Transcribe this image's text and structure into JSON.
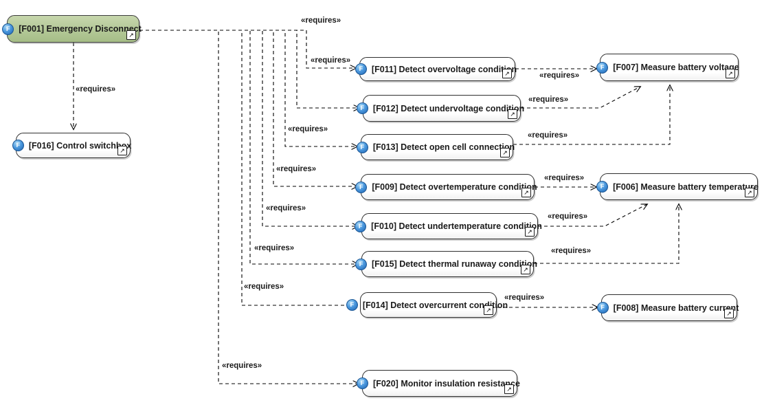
{
  "diagram": {
    "type": "function-dependency-diagram",
    "stereotype": "«requires»",
    "nodes": [
      {
        "id": "F001",
        "label": "[F001] Emergency Disconnect",
        "kind": "function",
        "highlight": "green"
      },
      {
        "id": "F016",
        "label": "[F016] Control switchbox",
        "kind": "function",
        "highlight": "white"
      },
      {
        "id": "F011",
        "label": "[F011] Detect overvoltage condition",
        "kind": "function",
        "highlight": "white"
      },
      {
        "id": "F012",
        "label": "[F012] Detect undervoltage condition",
        "kind": "function",
        "highlight": "white"
      },
      {
        "id": "F013",
        "label": "[F013] Detect open cell connection",
        "kind": "function",
        "highlight": "white"
      },
      {
        "id": "F009",
        "label": "[F009] Detect overtemperature condition",
        "kind": "function",
        "highlight": "white"
      },
      {
        "id": "F010",
        "label": "[F010] Detect undertemperature condition",
        "kind": "function",
        "highlight": "white"
      },
      {
        "id": "F015",
        "label": "[F015] Detect thermal runaway condition",
        "kind": "function",
        "highlight": "white"
      },
      {
        "id": "F014",
        "label": "[F014] Detect overcurrent condition",
        "kind": "function",
        "highlight": "white"
      },
      {
        "id": "F020",
        "label": "[F020] Monitor insulation resistance",
        "kind": "function",
        "highlight": "white"
      },
      {
        "id": "F007",
        "label": "[F007] Measure battery voltage",
        "kind": "function",
        "highlight": "white"
      },
      {
        "id": "F006",
        "label": "[F006] Measure battery temperature",
        "kind": "function",
        "highlight": "white"
      },
      {
        "id": "F008",
        "label": "[F008] Measure battery current",
        "kind": "function",
        "highlight": "white"
      }
    ],
    "edges": [
      {
        "from": "F001",
        "to": "F016",
        "label": "«requires»"
      },
      {
        "from": "F001",
        "to": "F011",
        "label": "«requires»"
      },
      {
        "from": "F001",
        "to": "F012",
        "label": "«requires»"
      },
      {
        "from": "F001",
        "to": "F013",
        "label": "«requires»"
      },
      {
        "from": "F001",
        "to": "F009",
        "label": "«requires»"
      },
      {
        "from": "F001",
        "to": "F010",
        "label": "«requires»"
      },
      {
        "from": "F001",
        "to": "F015",
        "label": "«requires»"
      },
      {
        "from": "F001",
        "to": "F014",
        "label": "«requires»"
      },
      {
        "from": "F001",
        "to": "F020",
        "label": "«requires»"
      },
      {
        "from": "F011",
        "to": "F007",
        "label": "«requires»"
      },
      {
        "from": "F012",
        "to": "F007",
        "label": "«requires»"
      },
      {
        "from": "F013",
        "to": "F007",
        "label": "«requires»"
      },
      {
        "from": "F009",
        "to": "F006",
        "label": "«requires»"
      },
      {
        "from": "F010",
        "to": "F006",
        "label": "«requires»"
      },
      {
        "from": "F015",
        "to": "F006",
        "label": "«requires»"
      },
      {
        "from": "F014",
        "to": "F008",
        "label": "«requires»"
      }
    ],
    "icons": {
      "function_letter": "F",
      "navigate_glyph": "↗"
    },
    "colors": {
      "root_node_fill": "#b3c897",
      "node_fill": "#ffffff",
      "edge_color": "#000000",
      "function_icon_blue": "#2f7fd0"
    }
  }
}
